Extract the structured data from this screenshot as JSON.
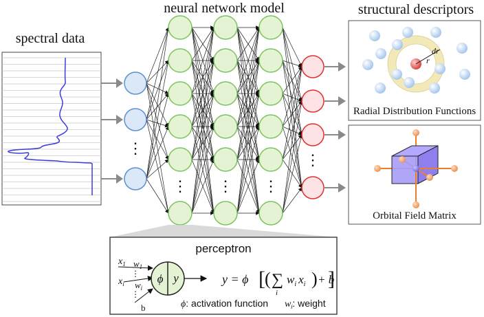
{
  "labels": {
    "spectral": "spectral data",
    "network": "neural network model",
    "structural": "structural descriptors",
    "rdf": "Radial Distribution Functions",
    "ofm": "Orbital Field Matrix",
    "dr": "dr",
    "r": "r",
    "dots": "⋮"
  },
  "perceptron": {
    "title": "perceptron",
    "x1": "x",
    "x1_sub": "1",
    "xi": "x",
    "xi_sub": "i",
    "w1": "w",
    "w1_sub": "1",
    "wi": "w",
    "wi_sub": "i",
    "b": "b",
    "phi": "ϕ",
    "y": "y",
    "eq_lhs": "y = ϕ",
    "eq_sum": "∑",
    "eq_sum_sub": "i",
    "eq_term_w": "w",
    "eq_term_w_sub": "i",
    "eq_term_x": "x",
    "eq_term_x_sub": "i",
    "eq_plus_b": "+ b",
    "activation_symbol": "ϕ",
    "activation_text": ": activation function",
    "weight_symbol": "w",
    "weight_sub": "i",
    "weight_text": ": weight"
  },
  "colors": {
    "input_node": "#dbe8f7",
    "input_stroke": "#5b8fcf",
    "hidden_node": "#e3f3d4",
    "hidden_stroke": "#7cc25a",
    "output_node": "#fde3e6",
    "output_stroke": "#e0302e",
    "arrow": "#8a8a8a",
    "cube": "#9a8cf0",
    "ofm_bond": "#f07d2b",
    "atom": "#cfe2f6",
    "center_atom": "#f28b8b",
    "ring": "#f6efc7",
    "spectrum": "#3b3bdc"
  }
}
